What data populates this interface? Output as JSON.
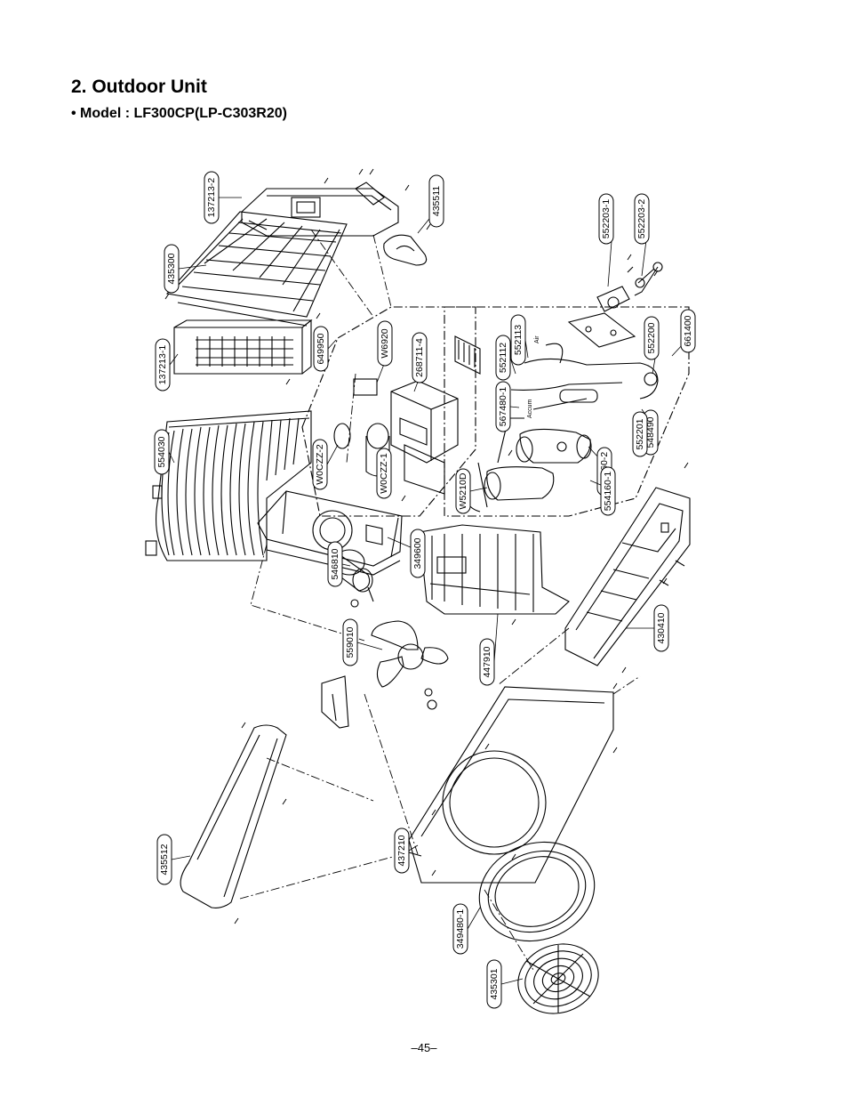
{
  "title": "2. Outdoor Unit",
  "model": "• Model : LF300CP(LP-C303R20)",
  "page_number": "–45–",
  "small_labels": {
    "air": "Air",
    "accum": "Accum"
  },
  "labels": [
    {
      "id": "l1",
      "text": "137213-2"
    },
    {
      "id": "l2",
      "text": "435511"
    },
    {
      "id": "l3",
      "text": "435300"
    },
    {
      "id": "l4",
      "text": "649950"
    },
    {
      "id": "l5",
      "text": "137213-1"
    },
    {
      "id": "l6",
      "text": "W6920"
    },
    {
      "id": "l7",
      "text": "268711-4"
    },
    {
      "id": "l8",
      "text": "554030"
    },
    {
      "id": "l9",
      "text": "W0CZZ-2"
    },
    {
      "id": "l10",
      "text": "W0CZZ-1"
    },
    {
      "id": "l11",
      "text": "552203-1"
    },
    {
      "id": "l12",
      "text": "552203-2"
    },
    {
      "id": "l13",
      "text": "552113"
    },
    {
      "id": "l14",
      "text": "552112"
    },
    {
      "id": "l15",
      "text": "567480-1"
    },
    {
      "id": "l16",
      "text": "552200"
    },
    {
      "id": "l17",
      "text": "661400"
    },
    {
      "id": "l18",
      "text": "548490"
    },
    {
      "id": "l19",
      "text": "552201"
    },
    {
      "id": "l20",
      "text": "554160-2"
    },
    {
      "id": "l21",
      "text": "554160-1"
    },
    {
      "id": "l22",
      "text": "W5210D"
    },
    {
      "id": "l23",
      "text": "349600"
    },
    {
      "id": "l24",
      "text": "546810"
    },
    {
      "id": "l25",
      "text": "559010"
    },
    {
      "id": "l26",
      "text": "447910"
    },
    {
      "id": "l27",
      "text": "430410"
    },
    {
      "id": "l28",
      "text": "435512"
    },
    {
      "id": "l29",
      "text": "437210"
    },
    {
      "id": "l30",
      "text": "349480-1"
    },
    {
      "id": "l31",
      "text": "435301"
    }
  ]
}
